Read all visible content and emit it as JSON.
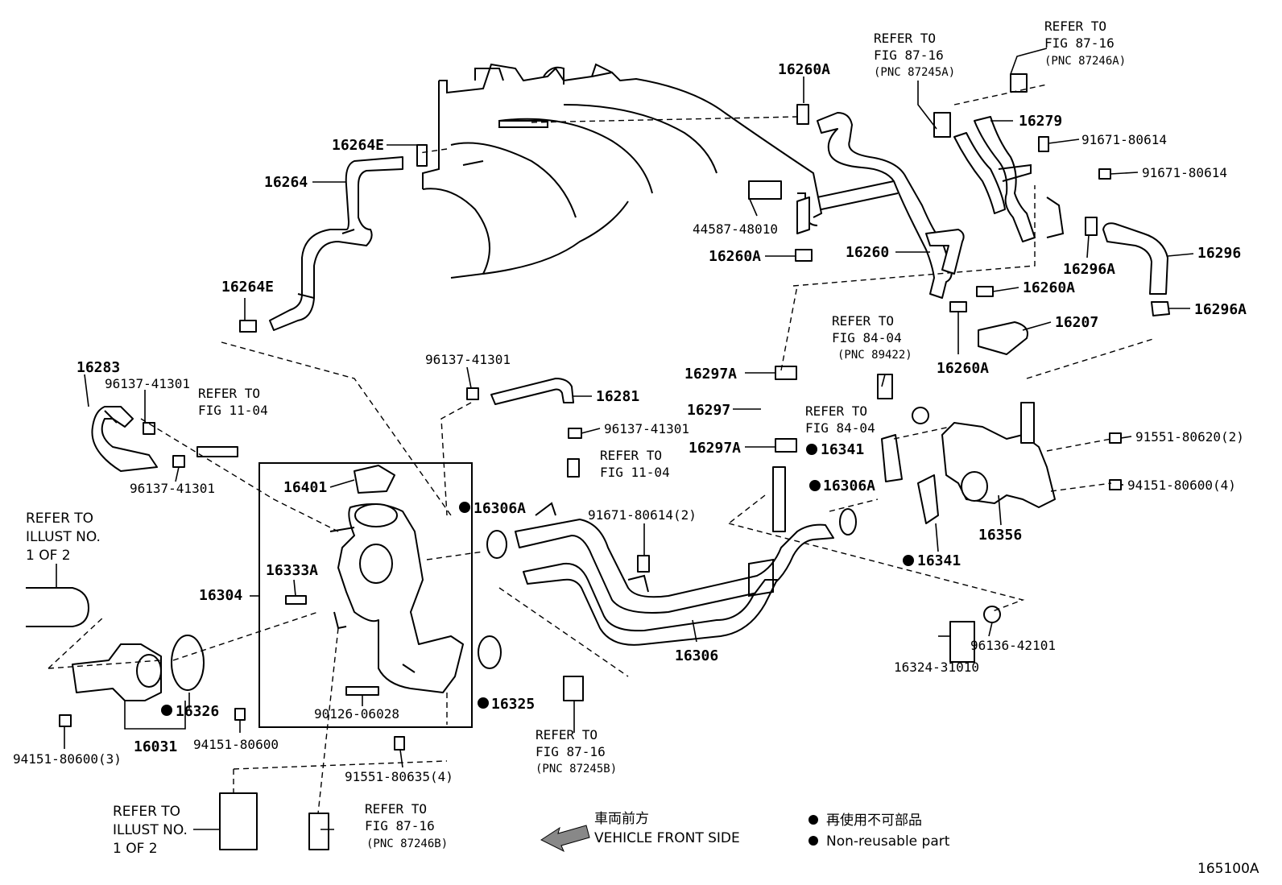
{
  "diagram_id": "165100A",
  "labels": {
    "p16260A_top": "16260A",
    "p16264E_top": "16264E",
    "p16264": "16264",
    "p16264E_bot": "16264E",
    "p44587": "44587-48010",
    "p16260A_left": "16260A",
    "p16260": "16260",
    "p16260A_right": "16260A",
    "p16260A_bot": "16260A",
    "p16207": "16207",
    "p16279": "16279",
    "p91671_a": "91671-80614",
    "p91671_b": "91671-80614",
    "p16296": "16296",
    "p16296A_a": "16296A",
    "p16296A_b": "16296A",
    "p16283": "16283",
    "p96137_a": "96137-41301",
    "p96137_b": "96137-41301",
    "p96137_c": "96137-41301",
    "p96137_d": "96137-41301",
    "p16281": "16281",
    "p16297A_a": "16297A",
    "p16297": "16297",
    "p16297A_b": "16297A",
    "p16341_a": "16341",
    "p16341_b": "16341",
    "p16306A_a": "16306A",
    "p16306A_b": "16306A",
    "p16356": "16356",
    "p91551_a": "91551-80620(2)",
    "p94151_a": "94151-80600(4)",
    "p16401": "16401",
    "p91671_c": "91671-80614(2)",
    "p16333A": "16333A",
    "p16304": "16304",
    "p16306": "16306",
    "p16324": "16324-31010",
    "p96136": "96136-42101",
    "p16326": "16326",
    "p16031": "16031",
    "p94151_b": "94151-80600(3)",
    "p94151_c": "94151-80600",
    "p90126": "90126-06028",
    "p16325": "16325",
    "p91551_b": "91551-80635(4)"
  },
  "refs": {
    "r1": [
      "REFER TO",
      "FIG 87-16",
      "(PNC 87245A)"
    ],
    "r2": [
      "REFER TO",
      "FIG 87-16",
      "(PNC 87246A)"
    ],
    "r3": [
      "REFER TO",
      "FIG 84-04",
      "(PNC 89422)"
    ],
    "r4": [
      "REFER TO",
      "FIG 84-04"
    ],
    "r5": [
      "REFER TO",
      "FIG 11-04"
    ],
    "r6": [
      "REFER TO",
      "FIG 11-04"
    ],
    "r7": [
      "REFER TO",
      "ILLUST NO.",
      "1 OF 2"
    ],
    "r8": [
      "REFER TO",
      "FIG 87-16",
      "(PNC 87245B)"
    ],
    "r9": [
      "REFER TO",
      "ILLUST NO.",
      "1 OF 2"
    ],
    "r10": [
      "REFER TO",
      "FIG 87-16",
      "(PNC 87246B)"
    ]
  },
  "legend": {
    "direction_jp": "車両前方",
    "direction_en": "VEHICLE FRONT SIDE",
    "nonreusable_jp": "再使用不可部品",
    "nonreusable_en": "Non-reusable part"
  }
}
